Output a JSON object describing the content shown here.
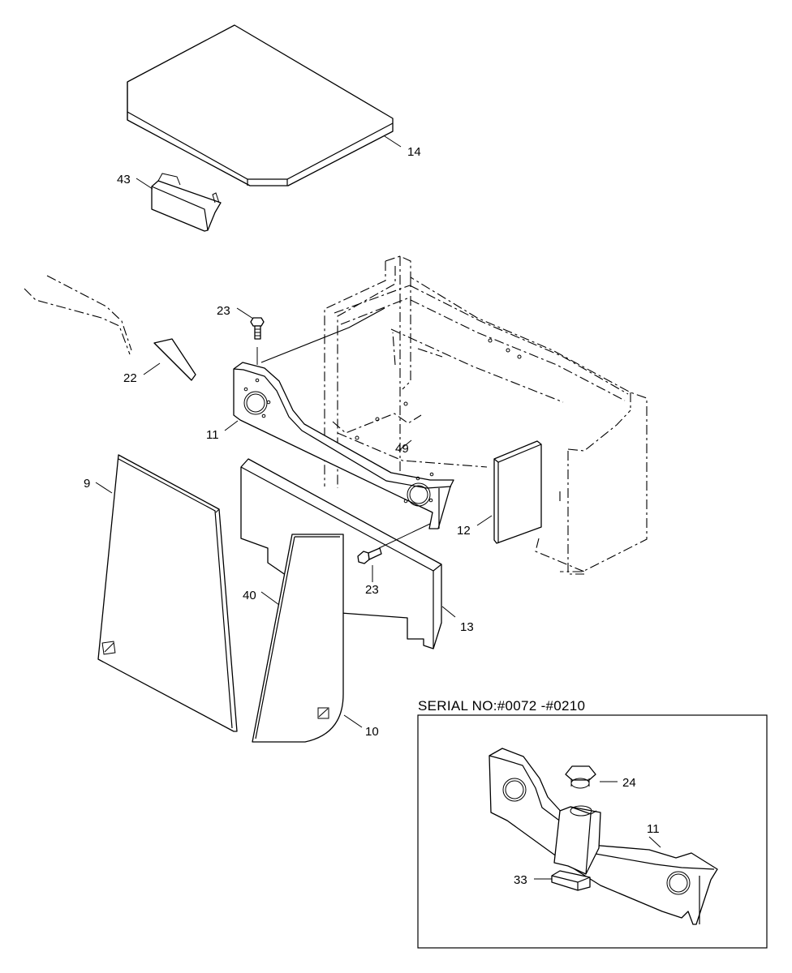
{
  "diagram": {
    "inset_title": "SERIAL NO:#0072 -#0210",
    "callouts": {
      "c14": "14",
      "c43": "43",
      "c23a": "23",
      "c22": "22",
      "c11": "11",
      "c49": "49",
      "c9": "9",
      "c12": "12",
      "c40": "40",
      "c23b": "23",
      "c13": "13",
      "c10": "10",
      "c24": "24",
      "c11b": "11",
      "c33": "33"
    }
  }
}
